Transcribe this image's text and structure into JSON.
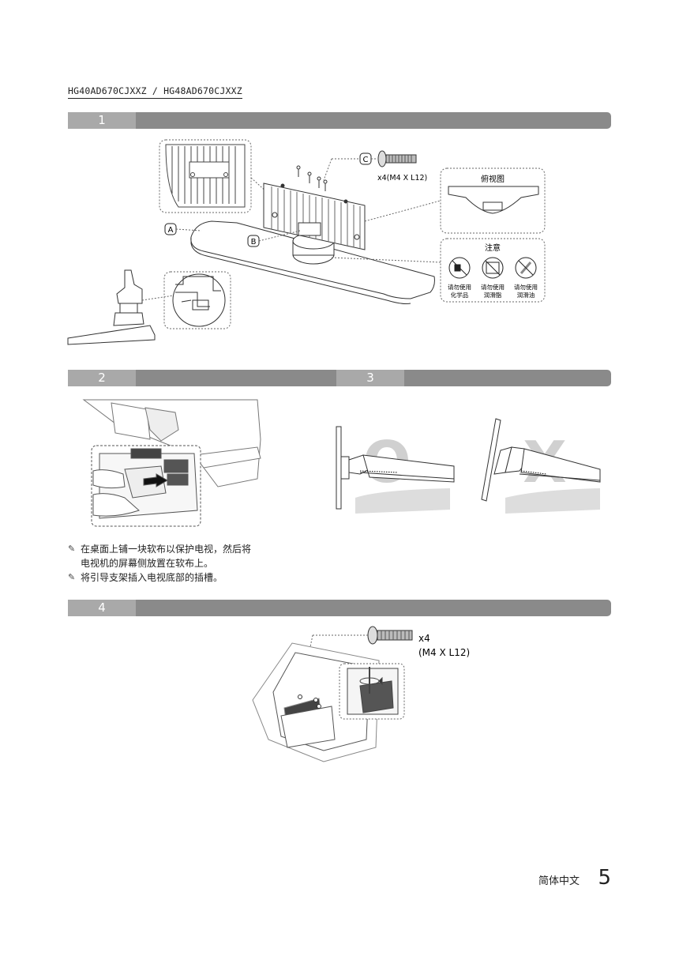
{
  "model_line": "HG40AD670CJXXZ / HG48AD670CJXXZ",
  "steps": [
    {
      "num": "1"
    },
    {
      "num": "2"
    },
    {
      "num": "3"
    },
    {
      "num": "4"
    }
  ],
  "step1": {
    "labels": {
      "a": "A",
      "b": "B",
      "c": "C"
    },
    "screw_qty": "x4(M4 X L12)",
    "top_view": "俯视图",
    "caution_title": "注意",
    "cautions": [
      {
        "line1": "请勿使用",
        "line2": "化学品"
      },
      {
        "line1": "请勿使用",
        "line2": "润滑脂"
      },
      {
        "line1": "请勿使用",
        "line2": "润滑油"
      }
    ]
  },
  "step3": {
    "ok_mark": "O",
    "ng_mark": "X"
  },
  "notes": [
    "在桌面上铺一块软布以保护电视，然后将\n电视机的屏幕侧放置在软布上。",
    "将引导支架插入电视底部的插槽。"
  ],
  "step4": {
    "screw_qty": "x4",
    "screw_spec": "(M4 X L12)"
  },
  "footer": {
    "language": "简体中文",
    "page": "5"
  },
  "colors": {
    "bar": "#8a8a8a",
    "bar_tab": "#a9a9a9"
  }
}
